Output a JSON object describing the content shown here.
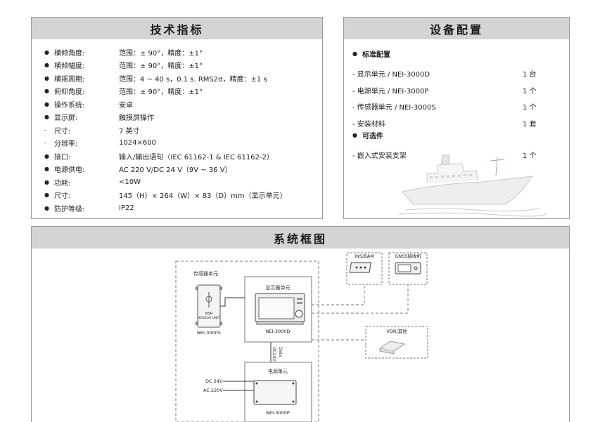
{
  "tech": {
    "title": "技术指标",
    "rows": [
      {
        "bullet": "●",
        "label": "横倾角度:",
        "value": "范围：± 90°，精度：±1°"
      },
      {
        "bullet": "●",
        "label": "横倾幅度:",
        "value": "范围：± 90°，精度：±1°"
      },
      {
        "bullet": "●",
        "label": "横摇周期:",
        "value": "范围：4 ~ 40 s，0.1 s. RMS2σ，精度：±1 s"
      },
      {
        "bullet": "●",
        "label": "俯仰角度:",
        "value": "范围：± 90°，精度：±1°"
      },
      {
        "bullet": "●",
        "label": "操作系统:",
        "value": "安卓"
      },
      {
        "bullet": "●",
        "label": "显示屏:",
        "value": "触摸屏操作"
      },
      {
        "bullet": "-",
        "label": "尺寸:",
        "value": "7 英寸"
      },
      {
        "bullet": "-",
        "label": "分辨率:",
        "value": "1024×600"
      },
      {
        "bullet": "●",
        "label": "接口:",
        "value": "输入/输出语句（IEC 61162-1 & IEC 61162-2）"
      },
      {
        "bullet": "●",
        "label": "电源供电:",
        "value": "AC 220 V/DC 24 V（9V ~ 36 V）"
      },
      {
        "bullet": "●",
        "label": "功耗:",
        "value": "<10W"
      },
      {
        "bullet": "●",
        "label": "尺寸:",
        "value": "145（H）× 264（W）× 83（D）mm（显示单元）"
      },
      {
        "bullet": "●",
        "label": "防护等级:",
        "value": "IP22"
      }
    ]
  },
  "config": {
    "title": "设备配置",
    "standard_heading": "标准配置",
    "standard_items": [
      {
        "name": "- 显示单元 / NEI-3000D",
        "qty": "1 台"
      },
      {
        "name": "- 电源单元 / NEI-3000P",
        "qty": "1 个"
      },
      {
        "name": "- 传感器单元 / NEI-3000S",
        "qty": "1 个"
      },
      {
        "name": "- 安装材料",
        "qty": "1 套"
      }
    ],
    "optional_heading": "可选件",
    "optional_items": [
      {
        "name": "- 嵌入式安装支架",
        "qty": "1 个"
      }
    ]
  },
  "diagram": {
    "title": "系统框图",
    "sensor_group_label": "传感器单元",
    "sensor_badge_line1": "NSR",
    "sensor_badge_line2": "SENSOR UNIT",
    "sensor_model": "NEI-3000S",
    "display_label": "显示器单元",
    "display_model": "NEI-3000D",
    "power_label": "电源单元",
    "power_model": "NEI-3000P",
    "link_data": "Data",
    "link_dc": "DC24V",
    "dc_in": "DC 24V",
    "ac_in": "AC 220V",
    "ins_label": "INS/BAM",
    "gnss_label": "GNSS接收机",
    "vdr_label": "VDR/其他"
  }
}
